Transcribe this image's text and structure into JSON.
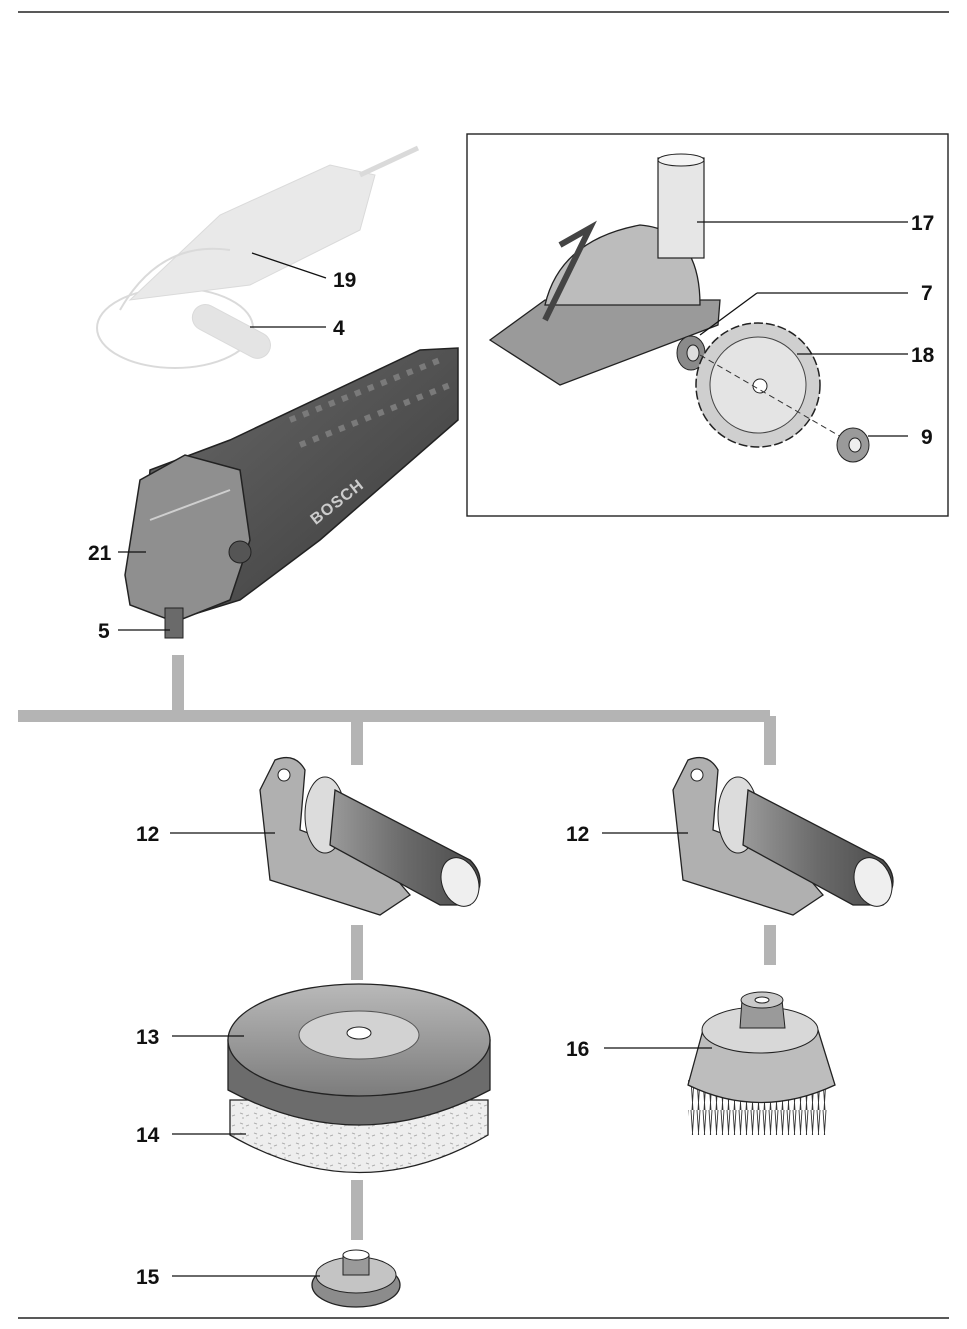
{
  "brand_mark": "BOSCH",
  "callouts": {
    "c19": "19",
    "c4": "4",
    "c17": "17",
    "c7": "7",
    "c18": "18",
    "c9": "9",
    "c21": "21",
    "c5": "5",
    "c12_left": "12",
    "c12_right": "12",
    "c13": "13",
    "c14": "14",
    "c15": "15",
    "c16": "16"
  },
  "icons": {
    "grinder": "angle-grinder-icon",
    "guard": "cutting-guard-icon",
    "handle": "auxiliary-handle-icon",
    "pad": "rubber-sanding-plate-icon",
    "bonnet": "lambswool-bonnet-icon",
    "nut": "clamping-nut-icon",
    "brush": "cup-brush-icon"
  },
  "colors": {
    "line": "#111111",
    "connector": "#b4b4b4",
    "body_dark": "#4a4a4a",
    "body_mid": "#8a8a8a",
    "body_light": "#d0d0d0",
    "ghost": "#c8c8c8"
  }
}
